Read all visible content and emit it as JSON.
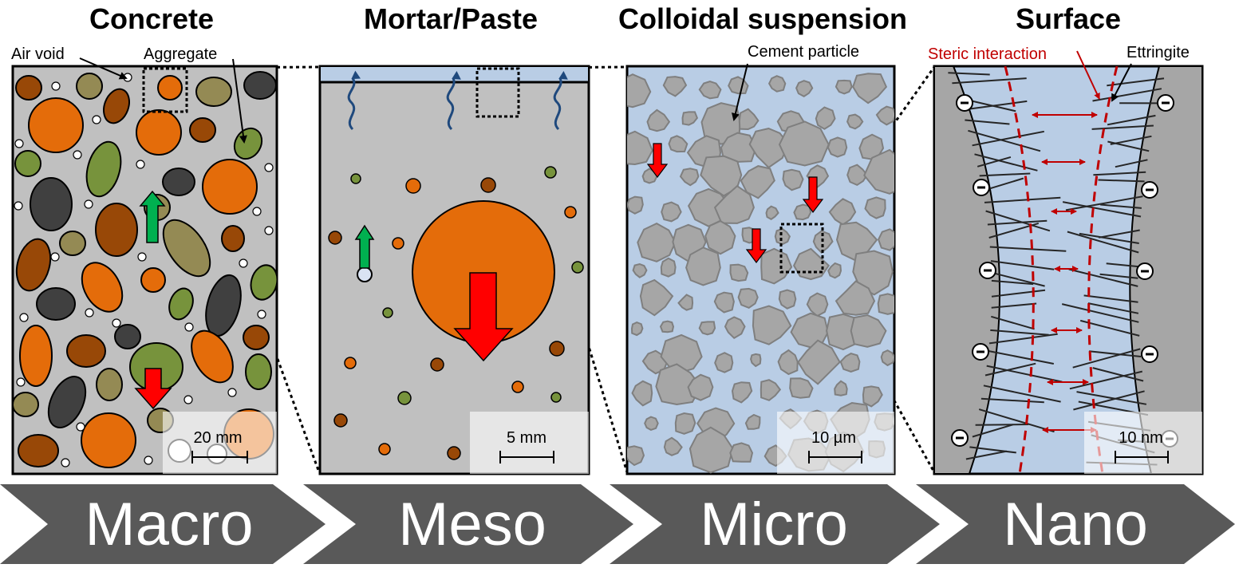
{
  "panels": {
    "concrete": {
      "title": "Concrete",
      "scale": "20 mm",
      "labels": {
        "air_void": "Air void",
        "aggregate": "Aggregate"
      }
    },
    "mortar": {
      "title": "Mortar/Paste",
      "scale": "5 mm"
    },
    "colloid": {
      "title": "Colloidal suspension",
      "scale": "10 µm",
      "labels": {
        "cement_particle": "Cement particle"
      }
    },
    "surface": {
      "title": "Surface",
      "scale": "10 nm",
      "labels": {
        "steric": "Steric interaction",
        "ettringite": "Ettringite"
      }
    }
  },
  "scales": [
    "Macro",
    "Meso",
    "Micro",
    "Nano"
  ],
  "colors": {
    "panel_gray": "#c0c0c0",
    "water_blue": "#b9cde5",
    "aggregate_orange": "#e46c0a",
    "aggregate_brown": "#984807",
    "aggregate_green": "#77933c",
    "aggregate_olive": "#948a54",
    "aggregate_dark": "#404040",
    "arrow_red": "#ff0000",
    "arrow_green": "#00b050",
    "steric_red": "#c00000",
    "chevron": "#595959"
  }
}
